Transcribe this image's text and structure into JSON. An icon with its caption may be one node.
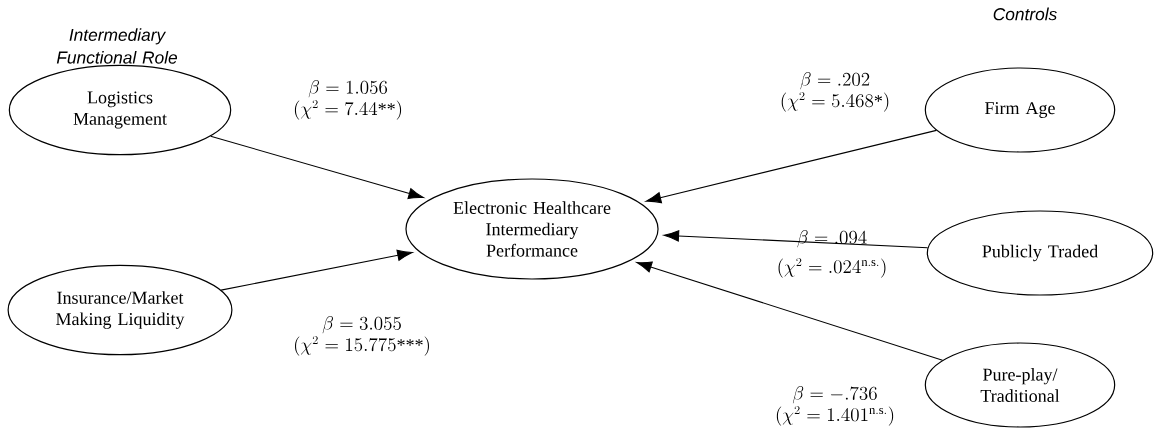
{
  "diagram": {
    "nodes": [
      {
        "text": [
          "Logistics Management"
        ]
      },
      {
        "text": [
          "Insurance/Market Making Liquidity"
        ]
      },
      {
        "text": [
          "Electronic Healthcare Intermediary Performance"
        ]
      },
      {
        "text": [
          "Firm Age"
        ]
      },
      {
        "text": [
          "Publicly Traded"
        ]
      },
      {
        "text": [
          "Pure-play/ Traditional"
        ]
      }
    ],
    "edges": [
      {
        "from": 0,
        "to": 2,
        "arrow": "to",
        "label": "\\begin{array}{c}\\beta = 1.056\\\\(\\chi^{2} = 7.44\\hbox{**})\\end{array}"
      },
      {
        "from": 1,
        "to": 2,
        "arrow": "to",
        "label": "\\begin{array}{c}\\beta = 3.055\\\\(\\chi^{2} = 15.775\\hbox{***})\\end{array}"
      },
      {
        "from": 3,
        "to": 2,
        "arrow": "to",
        "label": "\\begin{array}{c}\\beta = .202\\\\(\\chi^{2} = 5.468\\hbox{*})\\end{array}"
      },
      {
        "from": 4,
        "to": 2,
        "arrow": "to",
        "label": "\\begin{array}{c}\\beta = .094\\\\[6pt](\\chi^{2} = .024^{\\mathrm{n.s.}})\\end{array}"
      },
      {
        "from": 5,
        "to": 2,
        "arrow": "to",
        "label": "\\begin{array}{c}\\beta = -.736\\\\(\\chi^{2} = 1.401^{\\mathrm{n.s.}})\\end{array}"
      }
    ],
    "labels": [
      "Intermediary Functional Role",
      "Controls"
    ]
  }
}
